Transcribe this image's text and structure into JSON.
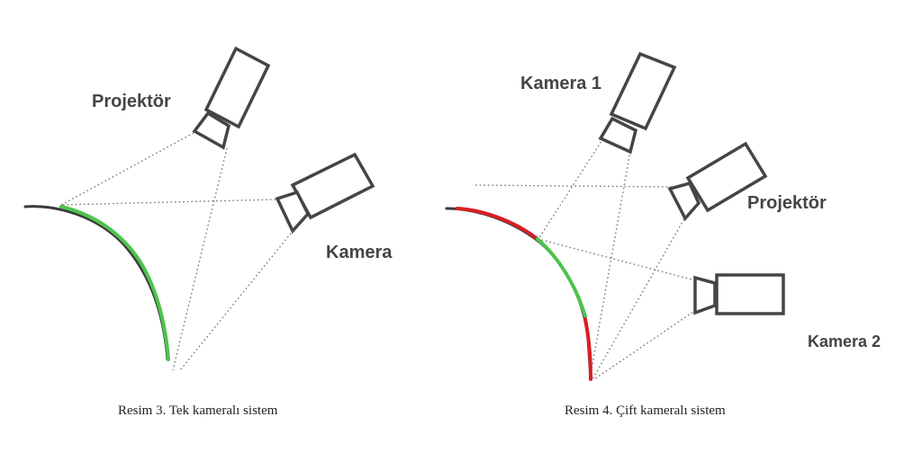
{
  "left_figure": {
    "projector_label": "Projektör",
    "camera_label": "Kamera",
    "caption": "Resim 3. Tek kameralı sistem"
  },
  "right_figure": {
    "camera1_label": "Kamera 1",
    "projector_label": "Projektör",
    "camera2_label": "Kamera 2",
    "caption": "Resim 4. Çift kameralı sistem"
  },
  "colors": {
    "visible_region": "#4cc44c",
    "occluded_region": "#d81f26",
    "device_stroke": "#454545",
    "surface": "#3a3a3a",
    "rays": "#7a7a7a"
  }
}
